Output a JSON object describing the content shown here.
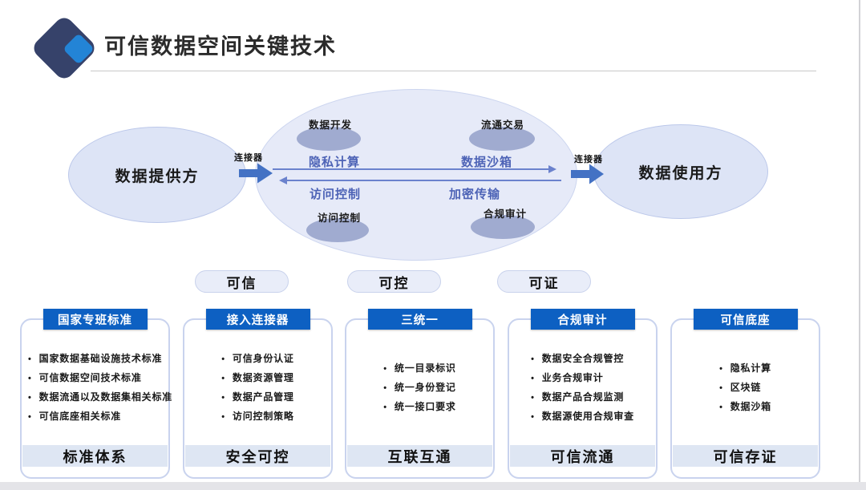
{
  "title": "可信数据空间关键技术",
  "diagram": {
    "provider_label": "数据提供方",
    "consumer_label": "数据使用方",
    "connector_left_label": "连接器",
    "connector_right_label": "连接器",
    "bubbles": [
      "数据开发",
      "流通交易",
      "访问控制",
      "合规审计"
    ],
    "flow_labels": [
      "隐私计算",
      "数据沙箱",
      "访问控制",
      "加密传输"
    ]
  },
  "pills": [
    "可信",
    "可控",
    "可证"
  ],
  "columns": [
    {
      "header": "国家专班标准",
      "items": [
        "国家数据基础设施技术标准",
        "可信数据空间技术标准",
        "数据流通以及数据集相关标准",
        "可信底座相关标准"
      ],
      "footer": "标准体系"
    },
    {
      "header": "接入连接器",
      "items": [
        "可信身份认证",
        "数据资源管理",
        "数据产品管理",
        "访问控制策略"
      ],
      "footer": "安全可控"
    },
    {
      "header": "三统一",
      "items": [
        "统一目录标识",
        "统一身份登记",
        "统一接口要求"
      ],
      "footer": "互联互通"
    },
    {
      "header": "合规审计",
      "items": [
        "数据安全合规管控",
        "业务合规审计",
        "数据产品合规监测",
        "数据源使用合规审查"
      ],
      "footer": "可信流通"
    },
    {
      "header": "可信底座",
      "items": [
        "隐私计算",
        "区块链",
        "数据沙箱"
      ],
      "footer": "可信存证"
    }
  ],
  "colors": {
    "card_header_blue": "#0d60c2",
    "flow_label_blue": "#4d63b6",
    "block_arrow_blue": "#4472c4",
    "thin_arrow_blue": "#6b82cd",
    "logo_navy": "#36426a",
    "logo_blue": "#2384d6",
    "ellipse_fill": "#dde4f6",
    "bubble_fill": "#a0abd0",
    "footer_band": "#dee6f3"
  }
}
